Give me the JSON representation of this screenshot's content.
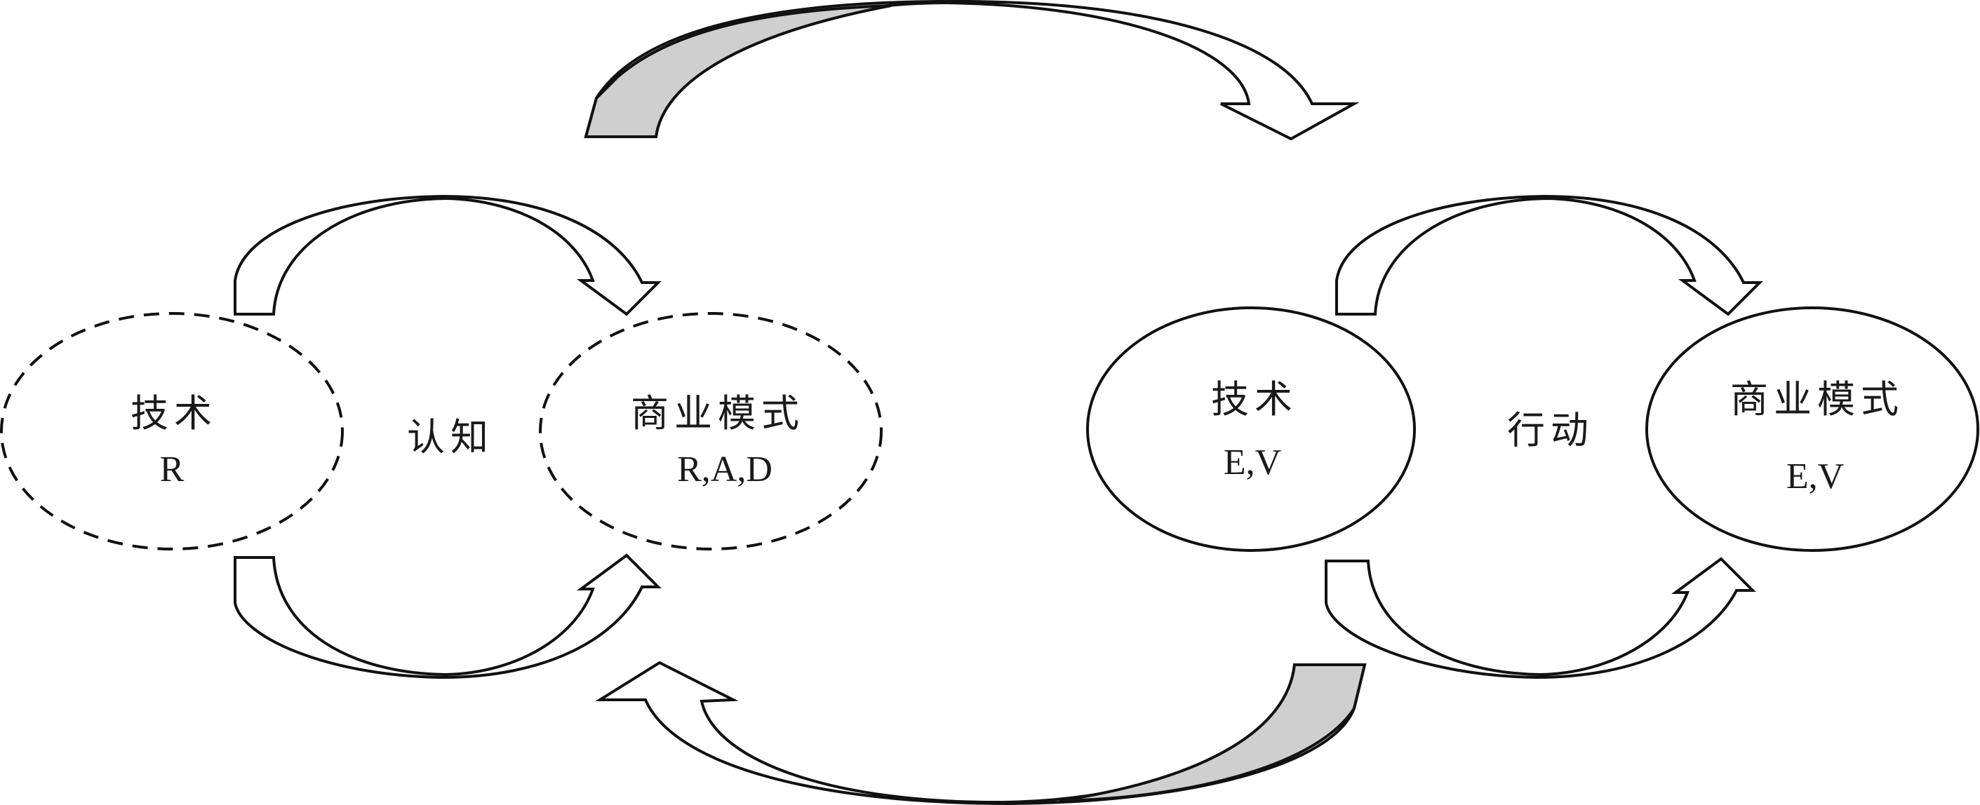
{
  "left_group": {
    "tech": {
      "title": "技术",
      "sub": "R"
    },
    "middle_label": "认知",
    "model": {
      "title": "商业模式",
      "sub": "R,A,D"
    }
  },
  "right_group": {
    "tech": {
      "title": "技术",
      "sub": "E,V"
    },
    "middle_label": "行动",
    "model": {
      "title": "商业模式",
      "sub": "E,V"
    }
  },
  "styles": {
    "stroke": "#111111",
    "shade": "#cfcfcf",
    "text": "#1a1a1a",
    "background": "#ffffff"
  }
}
